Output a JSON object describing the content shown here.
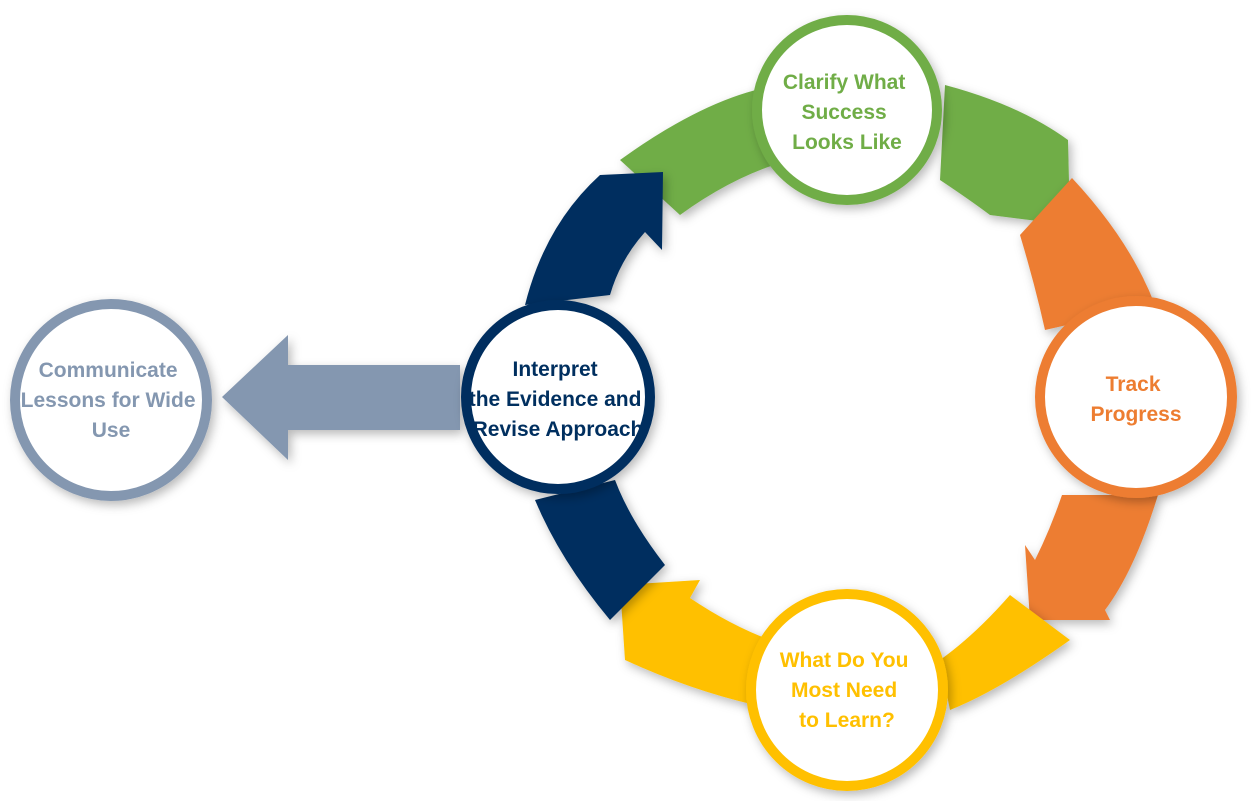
{
  "diagram": {
    "nodes": {
      "clarify": {
        "lines": [
          "Clarify What",
          "Success",
          "Looks Like"
        ],
        "color": "#70AD47"
      },
      "track": {
        "lines": [
          "Track",
          "Progress"
        ],
        "color": "#ED7D31"
      },
      "learn": {
        "lines": [
          "What Do You",
          "Most Need",
          "to Learn?"
        ],
        "color": "#FFC000"
      },
      "interpret": {
        "lines": [
          "Interpret",
          "the Evidence and",
          "Revise Approach"
        ],
        "color": "#002F5F"
      },
      "communicate": {
        "lines": [
          "Communicate",
          "Lessons for Wide",
          "Use"
        ],
        "color": "#8497B0"
      }
    },
    "arrow_colors": {
      "clarify_to_track": "#70AD47",
      "track_to_learn": "#ED7D31",
      "learn_to_interpret": "#FFC000",
      "interpret_to_clarify": "#002F5F",
      "interpret_to_communicate": "#8497B0"
    }
  }
}
